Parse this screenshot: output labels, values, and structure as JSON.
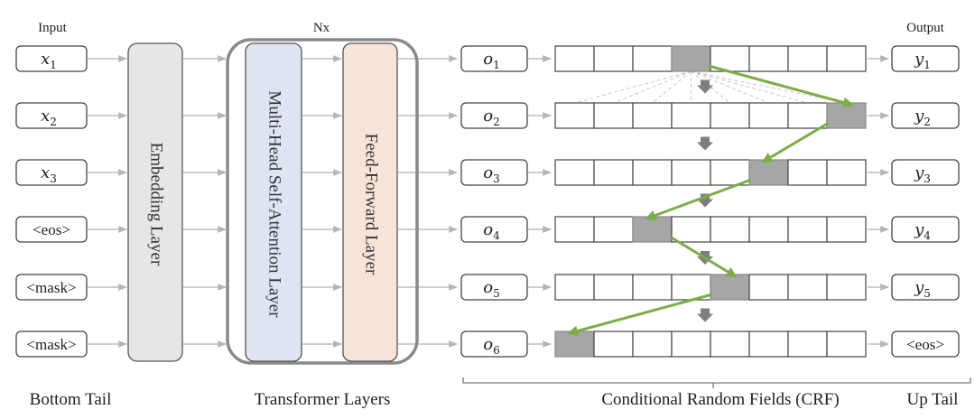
{
  "headers": {
    "input": "Input",
    "nx": "Nx",
    "output": "Output"
  },
  "layers": {
    "embedding": "Embedding Layer",
    "attention": "Multi-Head Self-Attention Layer",
    "feedforward": "Feed-Forward Layer"
  },
  "captions": {
    "bottom_tail": "Bottom Tail",
    "transformer": "Transformer Layers",
    "crf": "Conditional Random Fields (CRF)",
    "up_tail": "Up Tail"
  },
  "inputs": [
    {
      "base": "x",
      "sub": "1"
    },
    {
      "base": "x",
      "sub": "2"
    },
    {
      "base": "x",
      "sub": "3"
    },
    {
      "text": "<eos>"
    },
    {
      "text": "<mask>"
    },
    {
      "text": "<mask>"
    }
  ],
  "states": [
    {
      "base": "o",
      "sub": "1"
    },
    {
      "base": "o",
      "sub": "2"
    },
    {
      "base": "o",
      "sub": "3"
    },
    {
      "base": "o",
      "sub": "4"
    },
    {
      "base": "o",
      "sub": "5"
    },
    {
      "base": "o",
      "sub": "6"
    }
  ],
  "outputs": [
    {
      "base": "y",
      "sub": "1"
    },
    {
      "base": "y",
      "sub": "2"
    },
    {
      "base": "y",
      "sub": "3"
    },
    {
      "base": "y",
      "sub": "4"
    },
    {
      "base": "y",
      "sub": "5"
    },
    {
      "text": "<eos>"
    }
  ],
  "crf": {
    "cells_per_row": 8,
    "selected_cell": [
      3,
      7,
      5,
      2,
      4,
      0
    ]
  },
  "colors": {
    "embedding_fill": "#e6e6e6",
    "attention_fill": "#dfe4f3",
    "feedforward_fill": "#f8e3d8",
    "selected_cell": "#a6a6a6",
    "path": "#7cad48"
  }
}
